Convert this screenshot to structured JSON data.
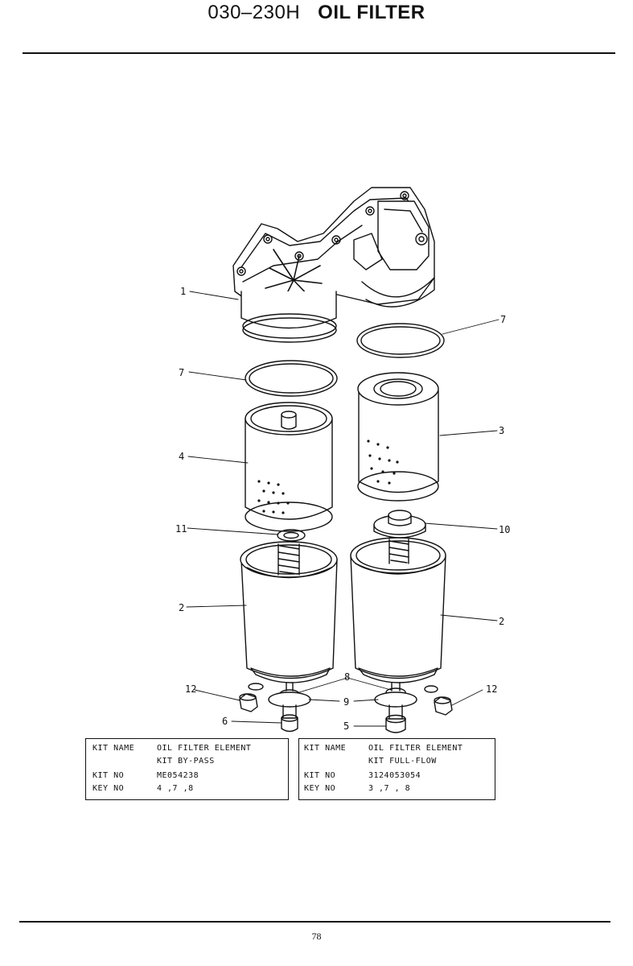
{
  "header": {
    "code": "030–230H",
    "title": "OIL FILTER"
  },
  "callouts": {
    "c1": "1",
    "c7a": "7",
    "c7b": "7",
    "c4": "4",
    "c3": "3",
    "c11": "11",
    "c10": "10",
    "c2a": "2",
    "c2b": "2",
    "c12a": "12",
    "c12b": "12",
    "c8": "8",
    "c9": "9",
    "c6": "6",
    "c5": "5"
  },
  "kits": [
    {
      "kit_name_label": "KIT  NAME",
      "kit_name_line1": "OIL FILTER ELEMENT",
      "kit_name_line2": "KIT BY-PASS",
      "kit_no_label": "KIT  NO",
      "kit_no": "ME054238",
      "key_no_label": "KEY NO",
      "key_no": "4 ,7 ,8"
    },
    {
      "kit_name_label": "KIT  NAME",
      "kit_name_line1": "OIL FILTER ELEMENT",
      "kit_name_line2": "KIT FULL-FLOW",
      "kit_no_label": "KIT  NO",
      "kit_no": "3124053054",
      "key_no_label": "KEY NO",
      "key_no": "3 ,7 , 8"
    }
  ],
  "page_number": "78"
}
